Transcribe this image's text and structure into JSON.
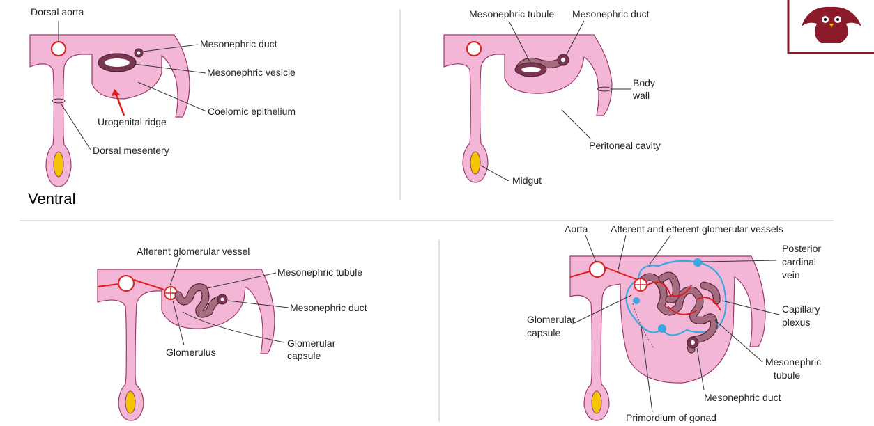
{
  "panel1": {
    "dorsal_aorta": "Dorsal aorta",
    "mesonephric_duct": "Mesonephric duct",
    "mesonephric_vesicle": "Mesonephric vesicle",
    "coelomic_epithelium": "Coelomic epithelium",
    "urogenital_ridge": "Urogenital ridge",
    "dorsal_mesentery": "Dorsal mesentery",
    "orientation": "Ventral"
  },
  "panel2": {
    "mesonephric_tubule": "Mesonephric tubule",
    "mesonephric_duct": "Mesonephric duct",
    "body_wall_1": "Body",
    "body_wall_2": "wall",
    "peritoneal_cavity": "Peritoneal cavity",
    "midgut": "Midgut"
  },
  "panel3": {
    "afferent_vessel": "Afferent glomerular vessel",
    "mesonephric_tubule": "Mesonephric tubule",
    "mesonephric_duct": "Mesonephric duct",
    "glomerulus": "Glomerulus",
    "capsule_1": "Glomerular",
    "capsule_2": "capsule"
  },
  "panel4": {
    "aorta": "Aorta",
    "aff_eff_vessels": "Afferent and efferent glomerular vessels",
    "post_card_1": "Posterior",
    "post_card_2": "cardinal",
    "post_card_3": "vein",
    "capsule_1": "Glomerular",
    "capsule_2": "capsule",
    "capillary_1": "Capillary",
    "capillary_2": "plexus",
    "meso_tubule_1": "Mesonephric",
    "meso_tubule_2": "tubule",
    "mesonephric_duct": "Mesonephric duct",
    "gonad": "Primordium of gonad"
  },
  "colors": {
    "tissue": "#f4b6d6",
    "artery": "#e31b1b",
    "vein": "#3aa7e0",
    "gut": "#f2c500",
    "logo_border": "#8b1a2b"
  }
}
